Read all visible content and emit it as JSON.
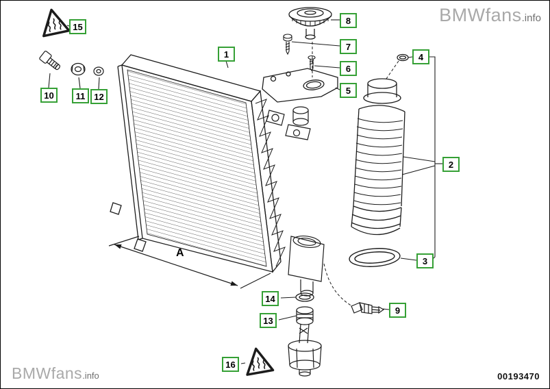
{
  "watermarks": {
    "top_right": {
      "brand": "BMWfans",
      "suffix": ".info"
    },
    "bottom_left": {
      "brand": "BMWfans",
      "suffix": ".info"
    }
  },
  "part_number": "00193470",
  "dimension_label": "A",
  "callouts": {
    "c1": "1",
    "c2": "2",
    "c3": "3",
    "c4": "4",
    "c5": "5",
    "c6": "6",
    "c7": "7",
    "c8": "8",
    "c9": "9",
    "c10": "10",
    "c11": "11",
    "c12": "12",
    "c13": "13",
    "c14": "14",
    "c15": "15",
    "c16": "16"
  },
  "colors": {
    "callout_border": "#35a035",
    "line": "#1c1c1c",
    "watermark_brand": "#a9a9a9",
    "watermark_suffix": "#6f6f6f",
    "part_number": "#111111"
  }
}
